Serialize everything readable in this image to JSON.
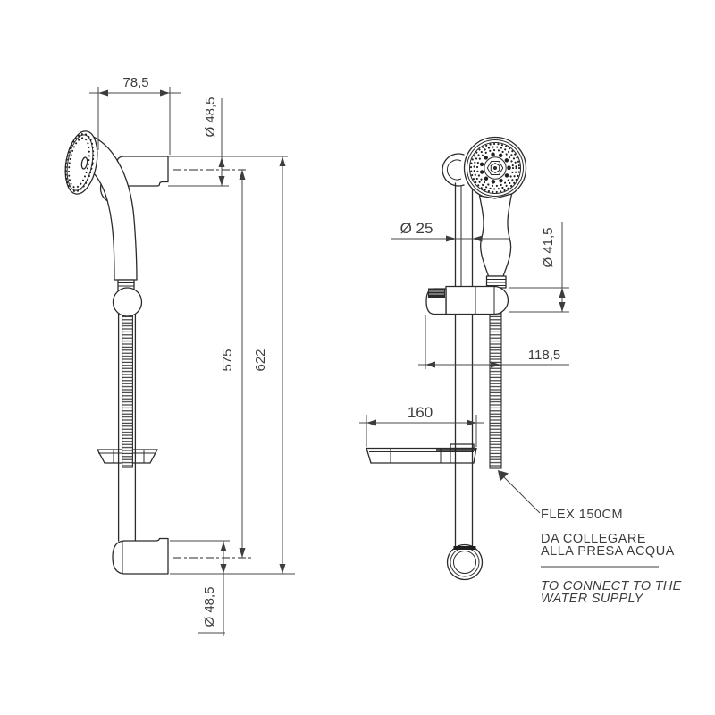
{
  "drawing": {
    "type": "technical-drawing shower slide rail set, two orthographic views",
    "colors": {
      "background": "#ffffff",
      "line": "#2b2b2b",
      "dimension": "#474747",
      "text": "#3d3d3d"
    },
    "dims": {
      "left_width": "78,5",
      "left_top_diameter": "Ø 48,5",
      "left_center_distance": "575",
      "left_overall_length": "622",
      "left_bottom_diameter": "Ø 48,5",
      "right_rail_diameter": "Ø 25",
      "right_holder_diameter": "Ø 41,5",
      "right_holder_depth": "118,5",
      "right_dish_width": "160"
    },
    "notes": {
      "flex": "FLEX 150CM",
      "italian_line1": "DA COLLEGARE",
      "italian_line2": "ALLA PRESA ACQUA",
      "english_line1": "TO CONNECT TO THE",
      "english_line2": "WATER SUPPLY"
    }
  }
}
